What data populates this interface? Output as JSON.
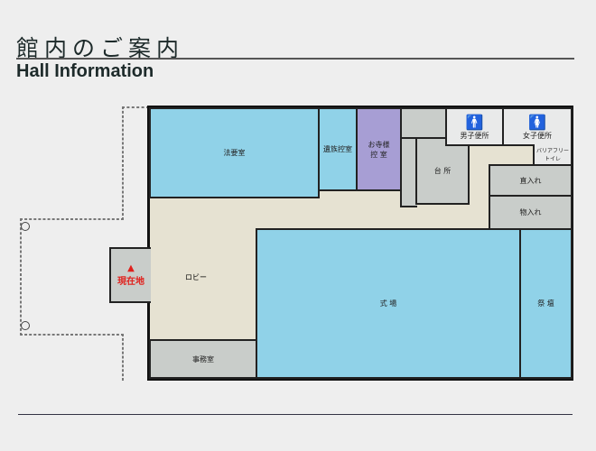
{
  "header": {
    "title_jp": "館内のご案内",
    "title_en": "Hall Information"
  },
  "rooms": {
    "hoyoshitsu": "法要室",
    "izoku": "遺族控室",
    "otera_1": "お寺様",
    "otera_2": "控 室",
    "men": "男子便所",
    "women": "女子便所",
    "barrier_free_1": "バリアフリー",
    "barrier_free_2": "トイレ",
    "kitchen": "台 所",
    "storage1": "直入れ",
    "storage2": "物入れ",
    "lobby": "ロビー",
    "ceremony": "式 場",
    "altar": "祭 壇",
    "office": "事務室"
  },
  "current_location": "現在地",
  "colors": {
    "hall": "#90d2e8",
    "otera": "#a79ed4",
    "service": "#c9cdca",
    "corridor": "#e6e2d2",
    "men": "#1a4fc0",
    "women": "#e0201c",
    "marker": "#e0201c"
  }
}
